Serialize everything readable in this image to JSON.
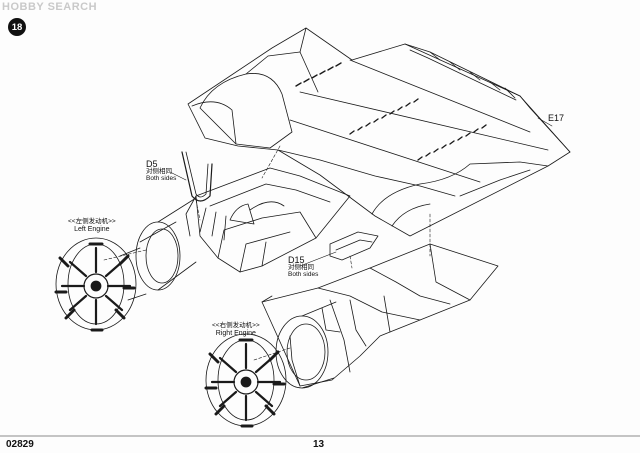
{
  "watermark": {
    "text": "HOBBY SEARCH"
  },
  "step": {
    "number": "18"
  },
  "labels": {
    "e17": "E17",
    "d5": {
      "code": "D5",
      "cn": "对侧相同",
      "en": "Both sides"
    },
    "d15": {
      "code": "D15",
      "cn": "对侧相同",
      "en": "Both sides"
    },
    "left_engine": {
      "cn": "<<左侧发动机>>",
      "en": "Left Engine"
    },
    "right_engine": {
      "cn": "<<右侧发动机>>",
      "en": "Right Engine"
    }
  },
  "footer": {
    "kit_number": "02829",
    "page_number": "13"
  },
  "colors": {
    "line": "#1a1a1a",
    "hatch": "#333333",
    "paper": "#fdfdfd"
  }
}
